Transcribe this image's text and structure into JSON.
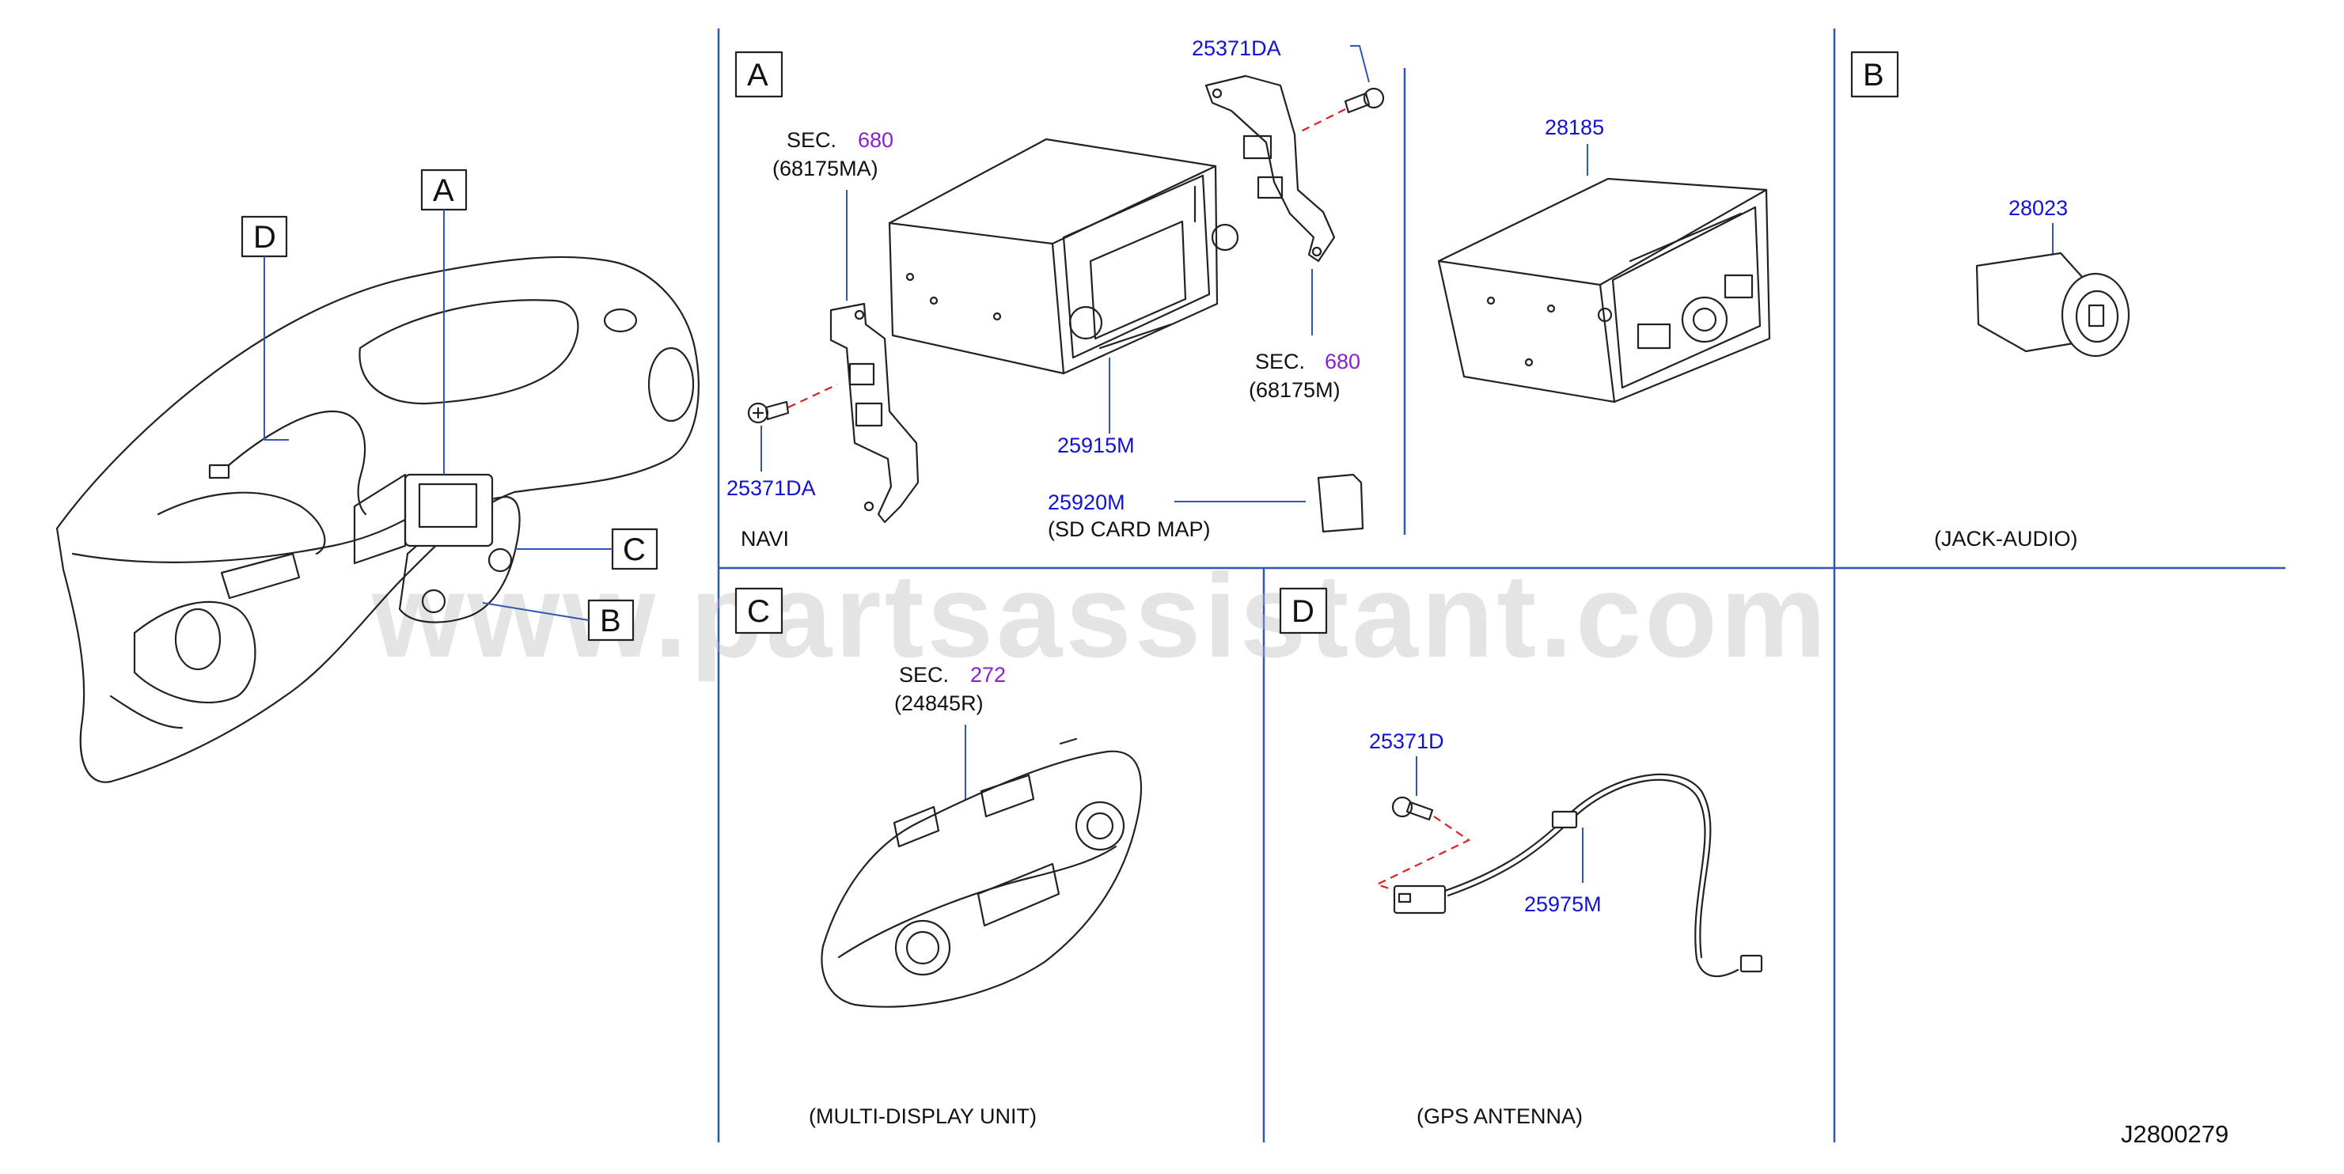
{
  "watermark": "www.partsassistant.com",
  "drawing_code": "J2800279",
  "overview": {
    "callouts": [
      "A",
      "B",
      "C",
      "D"
    ]
  },
  "sections": {
    "A": {
      "letter": "A",
      "caption": "NAVI",
      "sec_left": {
        "prefix": "SEC.",
        "number": "680",
        "ref": "(68175MA)"
      },
      "sec_right": {
        "prefix": "SEC.",
        "number": "680",
        "ref": "(68175M)"
      },
      "screw_top": "25371DA",
      "screw_left": "25371DA",
      "navi_unit": "25915M",
      "audio_unit": "28185",
      "sd_card_part": "25920M",
      "sd_card_caption": "(SD   CARD   MAP)"
    },
    "B": {
      "letter": "B",
      "part": "28023",
      "caption": "(JACK-AUDIO)"
    },
    "C": {
      "letter": "C",
      "sec": {
        "prefix": "SEC.",
        "number": "272",
        "ref": "(24845R)"
      },
      "caption": "(MULTI-DISPLAY   UNIT)"
    },
    "D": {
      "letter": "D",
      "screw": "25371D",
      "antenna": "25975M",
      "caption": "(GPS   ANTENNA)"
    }
  },
  "colors": {
    "part_number": "#1212d6",
    "section_ref": "#8a1fd1",
    "separator": "#2f57b8",
    "dashed_guide": "#e02020"
  }
}
